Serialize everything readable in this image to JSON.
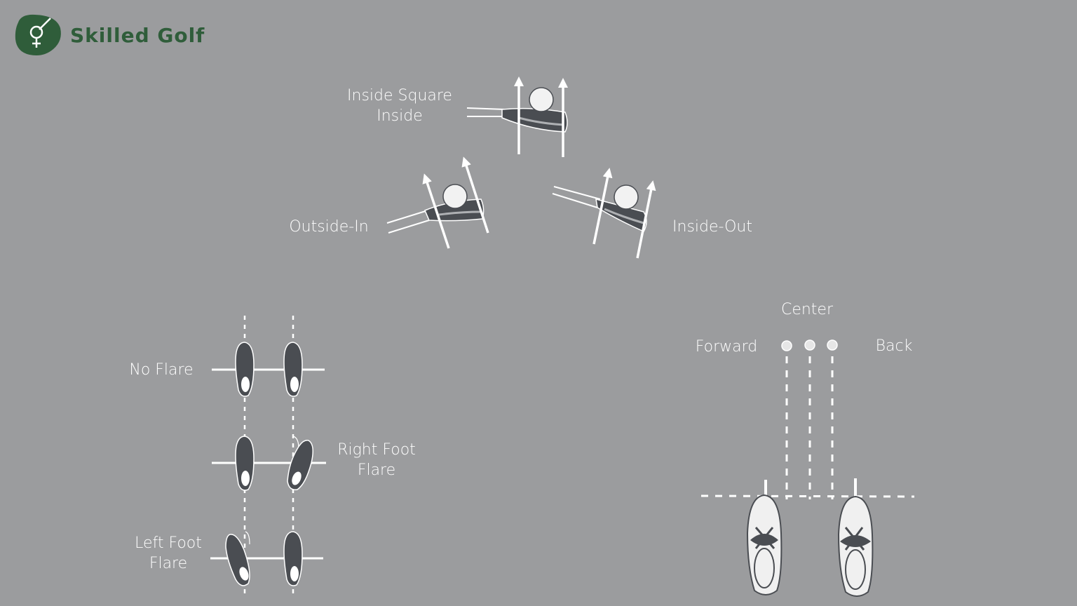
{
  "brand": {
    "name": "Skilled Golf",
    "logo_icon": "golf-tee-logo-icon",
    "color": "#2f5d3a"
  },
  "colors": {
    "background": "#9b9c9e",
    "line": "#ffffff",
    "club": "#4a4d52",
    "ball": "#f2f2f2",
    "shoe": "#f0f0f0"
  },
  "swing_paths": {
    "inside_square_inside": {
      "line1": "Inside Square",
      "line2": "Inside"
    },
    "outside_in": "Outside-In",
    "inside_out": "Inside-Out"
  },
  "foot_flare": {
    "no_flare": "No Flare",
    "right_foot_flare": {
      "line1": "Right Foot",
      "line2": "Flare"
    },
    "left_foot_flare": {
      "line1": "Left Foot",
      "line2": "Flare"
    }
  },
  "ball_position": {
    "center": "Center",
    "forward": "Forward",
    "back": "Back"
  }
}
